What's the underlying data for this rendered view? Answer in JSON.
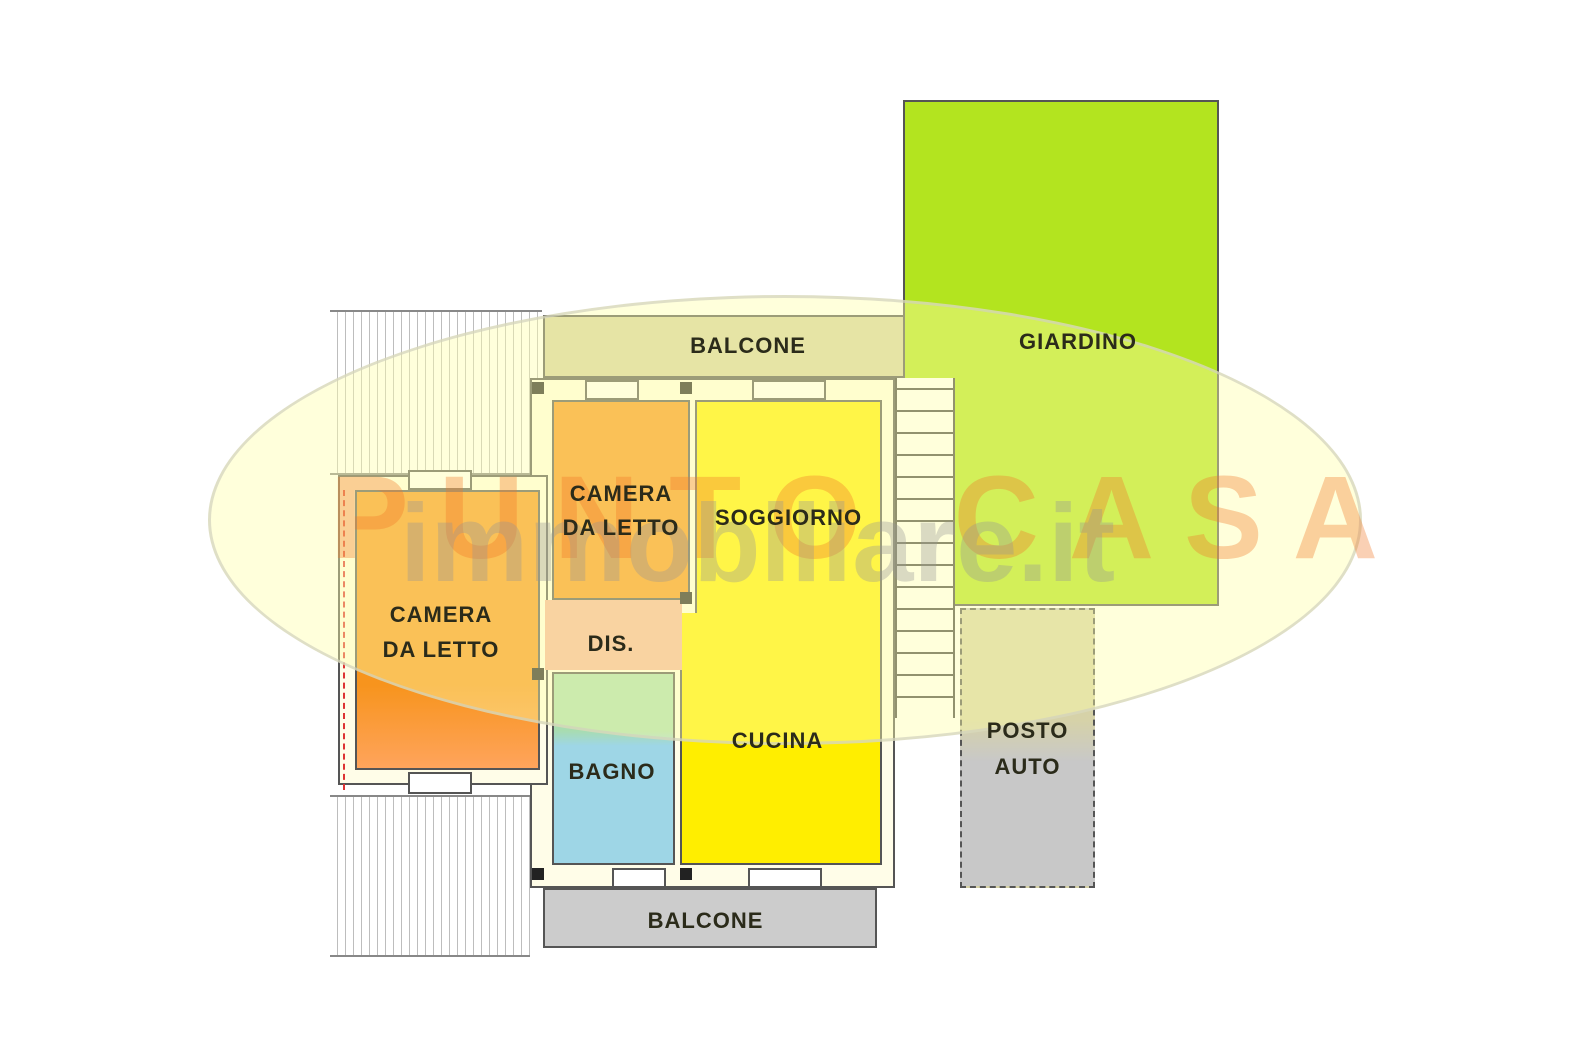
{
  "rooms": {
    "balcone_top": "BALCONE",
    "giardino": "GIARDINO",
    "camera_da_letto_1": [
      "CAMERA",
      "DA LETTO"
    ],
    "camera_da_letto_2": [
      "CAMERA",
      "DA LETTO"
    ],
    "soggiorno": "SOGGIORNO",
    "disimpegno": "DIS.",
    "cucina": "CUCINA",
    "bagno": "BAGNO",
    "posto_auto": [
      "POSTO",
      "AUTO"
    ],
    "balcone_bottom": "BALCONE"
  },
  "watermark": {
    "brand": "PUNTO CASA",
    "site": "immobiliare.it"
  },
  "colors": {
    "camera": "#f7941d",
    "soggiorno_cucina": "#ffed00",
    "giardino": "#b5e61d",
    "disimpegno": "#f5b39b",
    "bagno": "#9ed6e6",
    "balcone": "#cccccc",
    "posto_auto": "#c8c8c8"
  }
}
